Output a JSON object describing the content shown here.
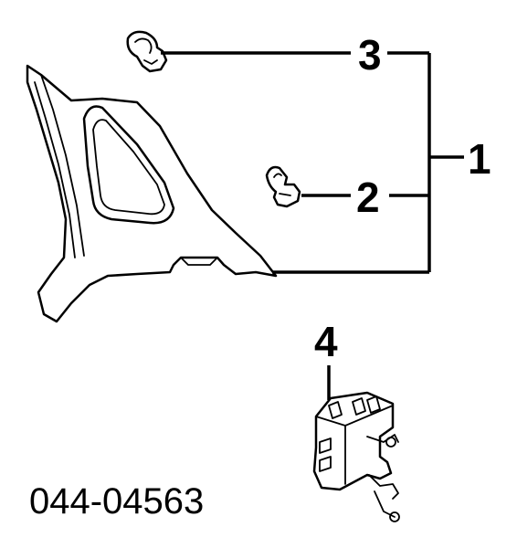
{
  "diagram": {
    "callouts": {
      "one": "1",
      "two": "2",
      "three": "3",
      "four": "4"
    },
    "part_number": "044-04563"
  }
}
